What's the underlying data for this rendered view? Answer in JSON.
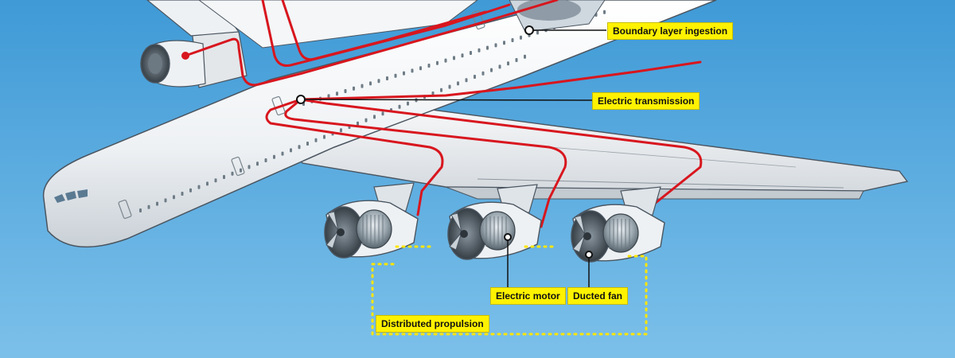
{
  "labels": {
    "boundary_layer_ingestion": "Boundary layer ingestion",
    "electric_transmission": "Electric transmission",
    "electric_motor": "Electric motor",
    "ducted_fan": "Ducted fan",
    "distributed_propulsion": "Distributed propulsion"
  },
  "colors": {
    "sky_top": "#3f9ad6",
    "sky_bottom": "#7cc0ea",
    "fuselage": "#f2f4f6",
    "outline": "#4a5560",
    "transmission_line": "#d8161e",
    "callout_bg": "#fff200",
    "group_dotted": "#ffe600"
  }
}
